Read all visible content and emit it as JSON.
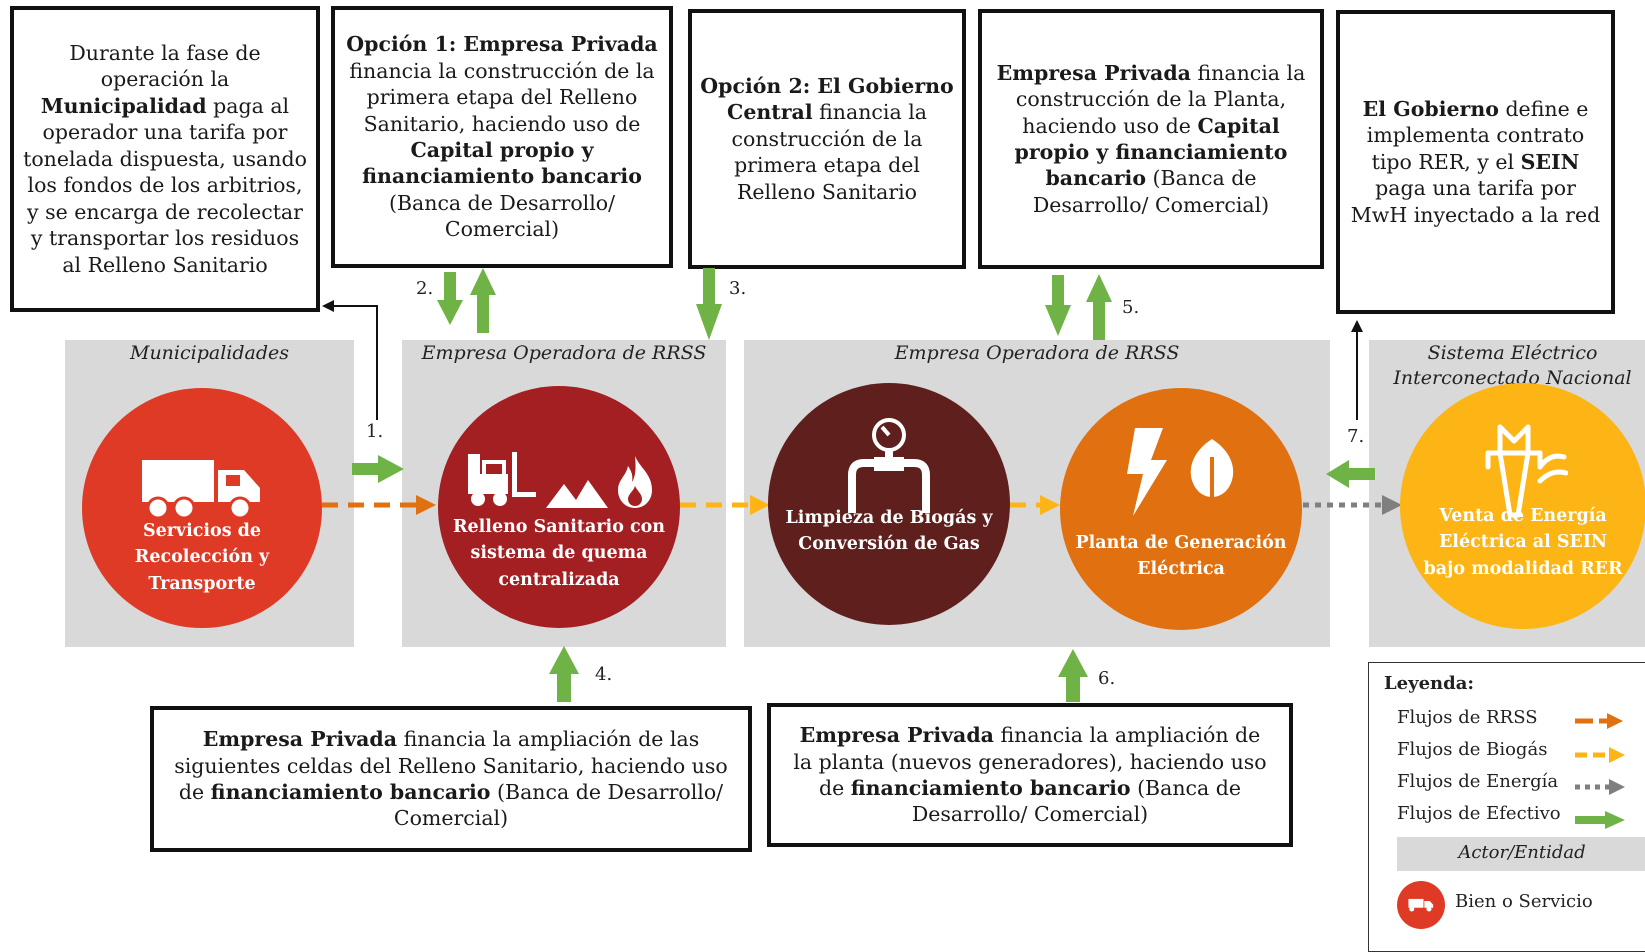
{
  "boxes": {
    "municipalidad_op": {
      "t1": "Durante la fase de operación la ",
      "b1": "Municipalidad",
      "t2": " paga al operador una tarifa por tonelada dispuesta, usando los fondos de los arbitrios, y se encarga de recolectar y transportar los residuos al Relleno Sanitario"
    },
    "opcion1": {
      "b1": "Opción 1: Empresa Privada",
      "t1": " financia la construcción de la primera etapa del Relleno Sanitario, haciendo uso de ",
      "b2": "Capital propio y financiamiento bancario",
      "t2": " (Banca de Desarrollo/ Comercial)"
    },
    "opcion2": {
      "b1": "Opción 2: El Gobierno Central",
      "t1": " financia la construcción de la primera etapa del Relleno Sanitario"
    },
    "planta_fin": {
      "b1": "Empresa Privada",
      "t1": " financia la construcción de la Planta, haciendo uso de ",
      "b2": "Capital propio y financiamiento bancario",
      "t2": " (Banca de Desarrollo/ Comercial)"
    },
    "gobierno_rer": {
      "b1": "El Gobierno",
      "t1": " define e implementa contrato tipo RER, y el ",
      "b2": "SEIN",
      "t2": " paga una tarifa por MwH inyectado a la red"
    },
    "ampliacion_relleno": {
      "b1": "Empresa Privada",
      "t1": " financia la ampliación de las siguientes celdas del Relleno Sanitario, haciendo uso de ",
      "b2": "financiamiento bancario",
      "t2": " (Banca de Desarrollo/ Comercial)"
    },
    "ampliacion_planta": {
      "b1": "Empresa Privada",
      "t1": " financia la ampliación de la planta (nuevos generadores), haciendo uso de ",
      "b2": "financiamiento bancario",
      "t2": " (Banca de Desarrollo/ Comercial)"
    }
  },
  "panels": {
    "municipalidades": "Municipalidades",
    "operadora1": "Empresa Operadora de RRSS",
    "operadora2": "Empresa Operadora de RRSS",
    "sein_line1": "Sistema Eléctrico",
    "sein_line2": "Interconectado Nacional"
  },
  "circles": {
    "recoleccion": "Servicios de Recolección y Transporte",
    "relleno": "Relleno Sanitario con sistema de quema centralizada",
    "biogas": "Limpieza de Biogás y Conversión de Gas",
    "planta": "Planta de Generación Eléctrica",
    "venta": "Venta de Energía Eléctrica al SEIN bajo modalidad RER"
  },
  "numbers": {
    "n1": "1.",
    "n2": "2.",
    "n3": "3.",
    "n4": "4.",
    "n5": "5.",
    "n6": "6.",
    "n7": "7."
  },
  "legend": {
    "title": "Leyenda:",
    "rrss": "Flujos de RRSS",
    "biogas": "Flujos de Biogás",
    "energia": "Flujos de Energía",
    "efectivo": "Flujos de Efectivo",
    "actor": "Actor/Entidad",
    "bien": "Bien o Servicio"
  },
  "colors": {
    "recoleccion": "#de3a26",
    "relleno": "#a31f22",
    "biogas": "#5e1f1d",
    "planta": "#e07010",
    "venta": "#fdb515",
    "rrss_flow": "#e07010",
    "biogas_flow": "#fdb515",
    "energy_flow": "#7f7f7f",
    "cash_flow": "#6fb245"
  },
  "icons": [
    "truck-icon",
    "forklift-icon",
    "mountains-icon",
    "flame-icon",
    "pressure-gauge-icon",
    "lightning-icon",
    "leaf-icon",
    "power-tower-icon"
  ]
}
